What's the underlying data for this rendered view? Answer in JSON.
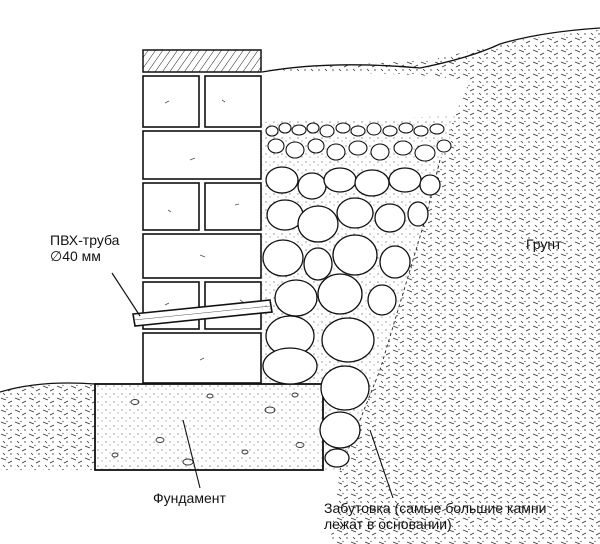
{
  "labels": {
    "pipe_line1": "ПВХ-труба",
    "pipe_line2": "∅40 мм",
    "soil": "Грунт",
    "foundation": "Фундамент",
    "backfill_line1": "Забутовка (самые большие камни",
    "backfill_line2": "лежат в основании)"
  },
  "colors": {
    "ink": "#111111",
    "background": "#ffffff"
  }
}
